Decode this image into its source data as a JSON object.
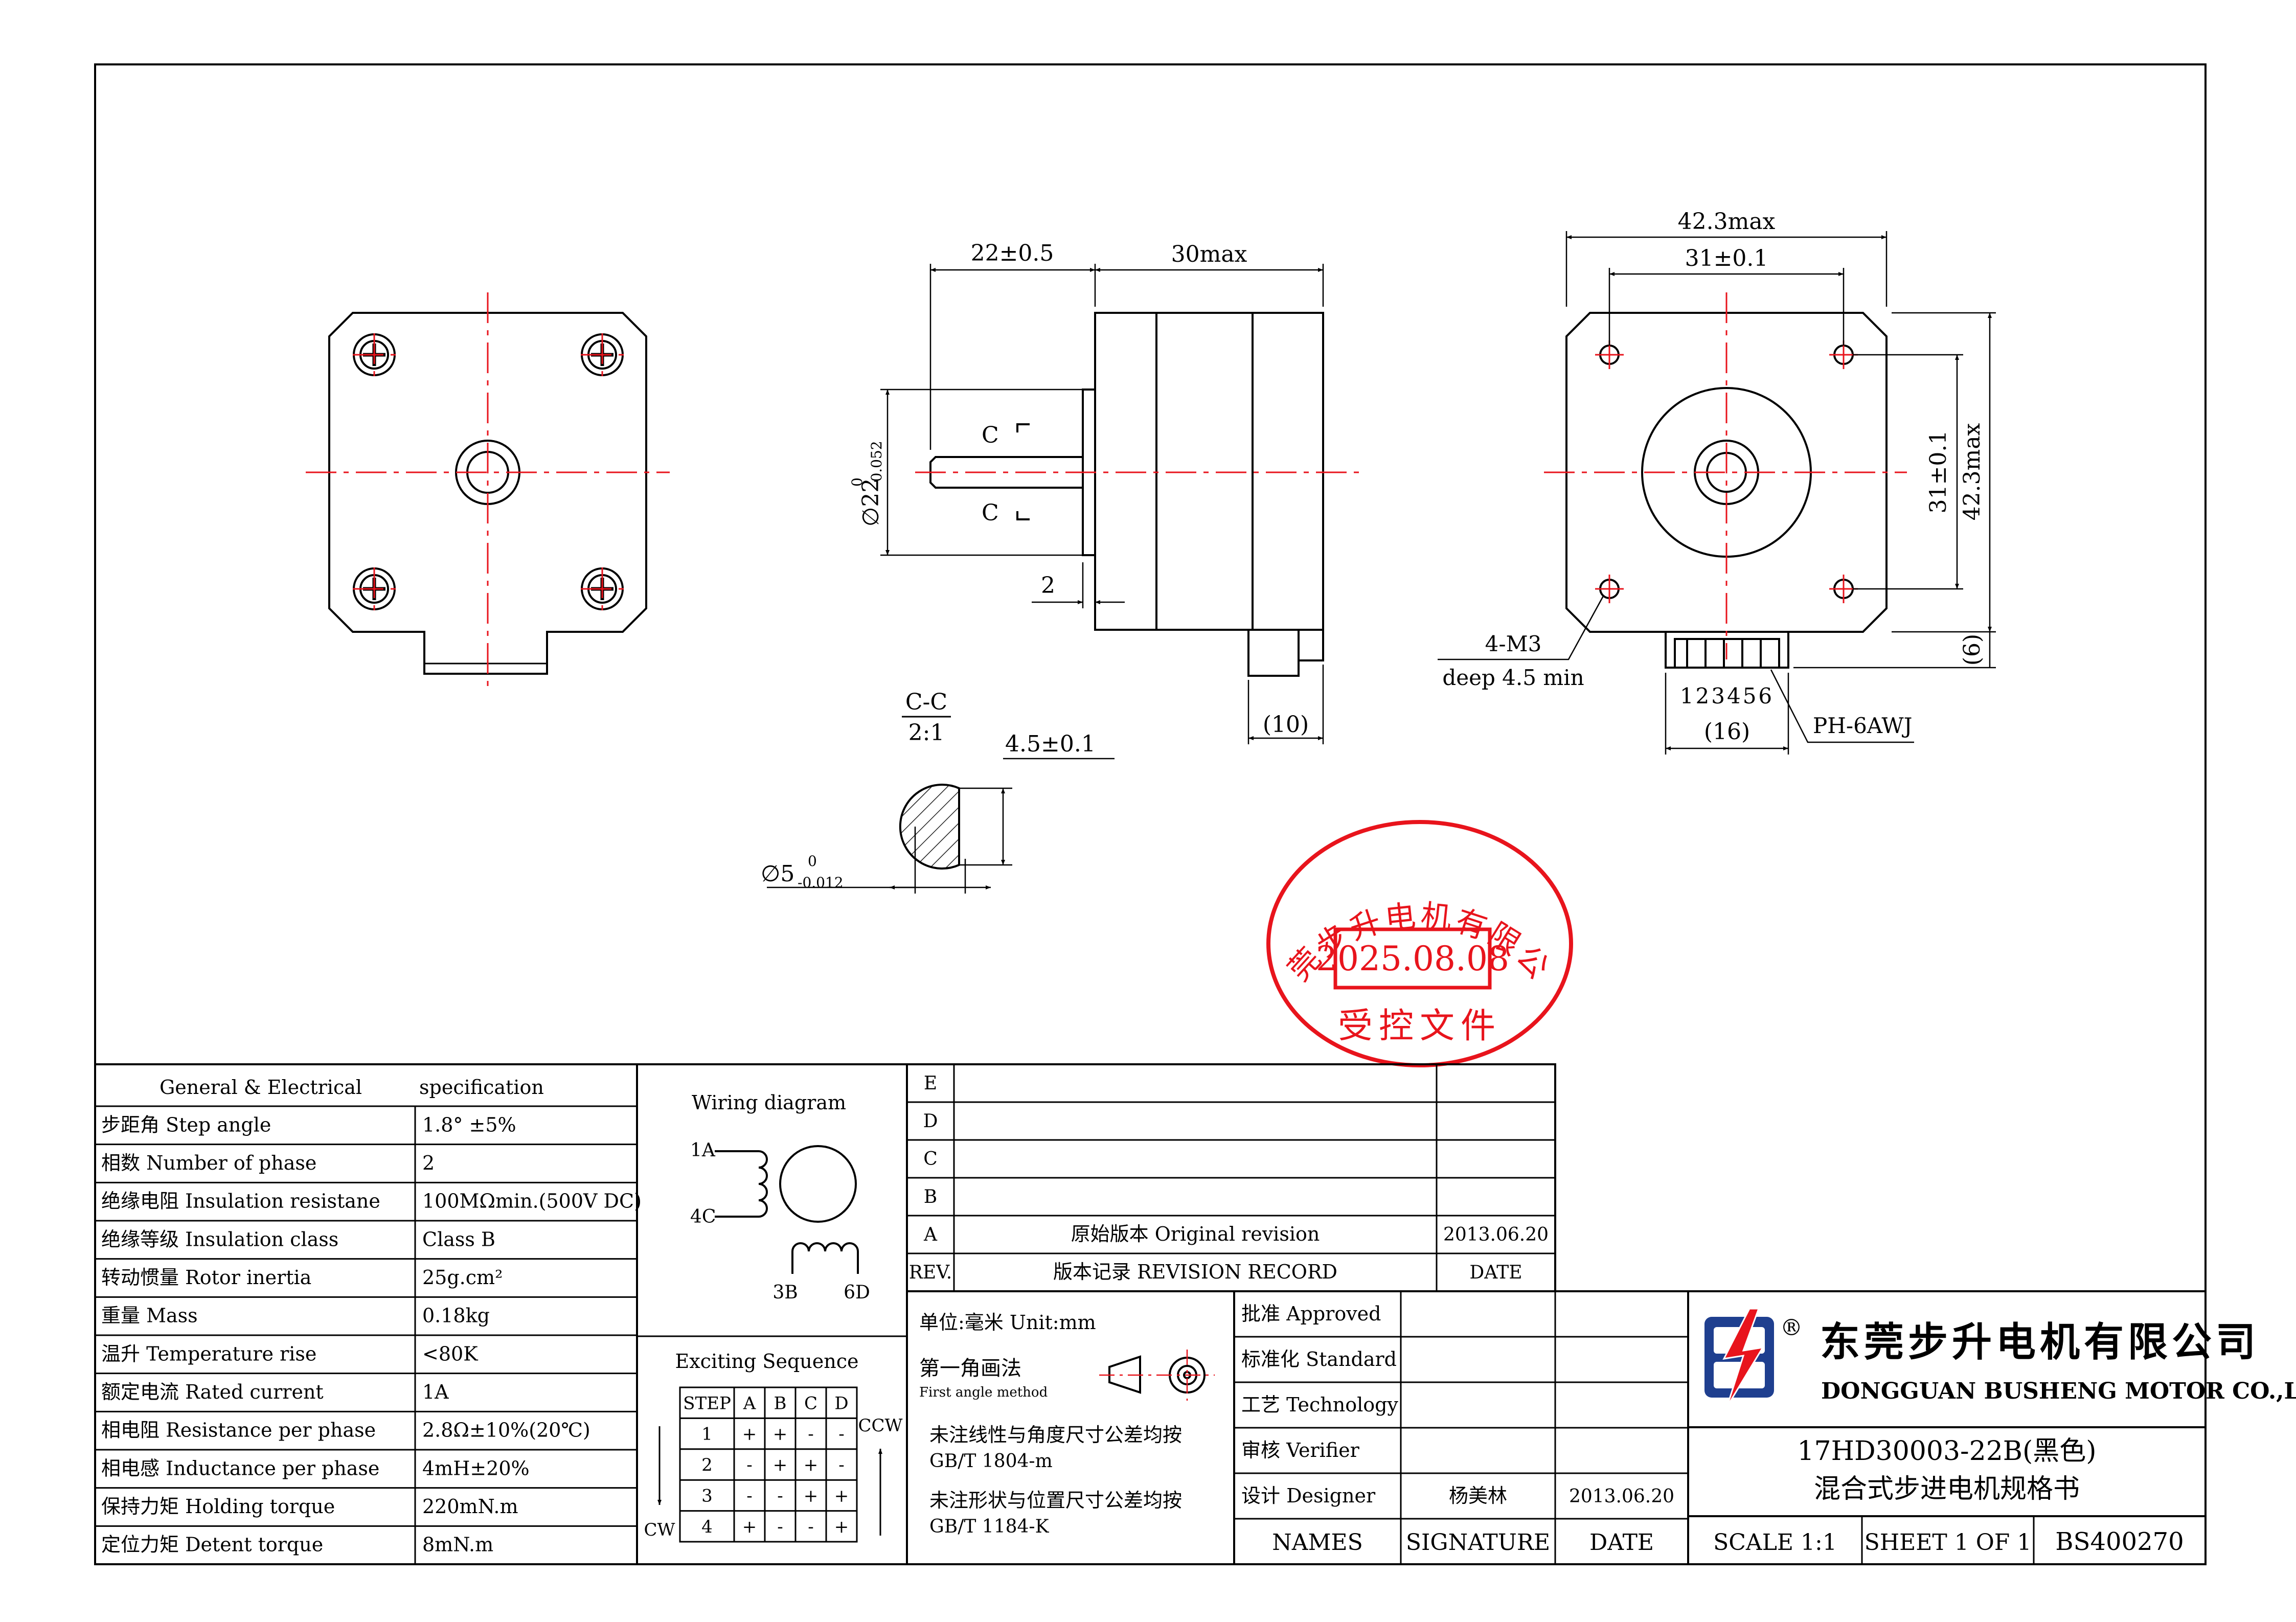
{
  "drawing": {
    "dims": {
      "shaft_len": "22±0.5",
      "body_len": "30max",
      "flange_dia_main": "∅22",
      "flange_dia_sup": "0",
      "flange_dia_sub": "-0.052",
      "section_c_top": "C",
      "section_c_bottom": "C",
      "step_2": "2",
      "conn_len": "(10)",
      "outer_w": "42.3max",
      "hole_pitch_w": "31±0.1",
      "hole_pitch_h": "31±0.1",
      "outer_h": "42.3max",
      "conn_h": "(6)",
      "holes_note_1": "4-M3",
      "holes_note_2": "deep 4.5 min",
      "pin_numbers": "123456",
      "pin_pitch": "(16)",
      "connector": "PH-6AWJ",
      "section_title": "C-C",
      "section_scale": "2:1",
      "flat_dim": "4.5±0.1",
      "shaft_dia_main": "∅5",
      "shaft_dia_sup": "0",
      "shaft_dia_sub": "-0.012"
    },
    "stamp": {
      "company": "东莞步升电机有限公司",
      "date": "2025.08.08",
      "label": "受控文件",
      "color": "#e8141c"
    }
  },
  "spec": {
    "header_left": "General & Electrical",
    "header_right": "specification",
    "rows": [
      {
        "label": "步距角 Step angle",
        "value": "1.8° ±5%"
      },
      {
        "label": "相数 Number of phase",
        "value": "2"
      },
      {
        "label": "绝缘电阻 Insulation resistane",
        "value": "100MΩmin.(500V DC)"
      },
      {
        "label": "绝缘等级 Insulation class",
        "value": "Class B"
      },
      {
        "label": "转动惯量 Rotor inertia",
        "value": "25g.cm²"
      },
      {
        "label": "重量 Mass",
        "value": "0.18kg"
      },
      {
        "label": "温升 Temperature rise",
        "value": "<80K"
      },
      {
        "label": "额定电流 Rated current",
        "value": "1A"
      },
      {
        "label": "相电阻 Resistance per phase",
        "value": "2.8Ω±10%(20℃)"
      },
      {
        "label": "相电感 Inductance per phase",
        "value": "4mH±20%"
      },
      {
        "label": "保持力矩 Holding torque",
        "value": "220mN.m"
      },
      {
        "label": "定位力矩 Detent torque",
        "value": "8mN.m"
      }
    ]
  },
  "wiring": {
    "title": "Wiring diagram",
    "w1a": "1A",
    "w4c": "4C",
    "w3b": "3B",
    "w6d": "6D",
    "seq_title": "Exciting Sequence",
    "seq_headers": [
      "STEP",
      "A",
      "B",
      "C",
      "D"
    ],
    "seq_rows": [
      [
        "1",
        "+",
        "+",
        "-",
        "-"
      ],
      [
        "2",
        "-",
        "+",
        "+",
        "-"
      ],
      [
        "3",
        "-",
        "-",
        "+",
        "+"
      ],
      [
        "4",
        "+",
        "-",
        "-",
        "+"
      ]
    ],
    "ccw": "CCW",
    "cw": "CW"
  },
  "revision": {
    "rows": [
      {
        "rev": "E",
        "desc": "",
        "date": ""
      },
      {
        "rev": "D",
        "desc": "",
        "date": ""
      },
      {
        "rev": "C",
        "desc": "",
        "date": ""
      },
      {
        "rev": "B",
        "desc": "",
        "date": ""
      },
      {
        "rev": "A",
        "desc": "原始版本 Original revision",
        "date": "2013.06.20"
      }
    ],
    "footer_rev": "REV.",
    "footer_desc": "版本记录 REVISION RECORD",
    "footer_date": "DATE"
  },
  "notes": {
    "unit": "单位:毫米  Unit:mm",
    "angle_cn": "第一角画法",
    "angle_en": "First angle method",
    "tol1_cn": "未注线性与角度尺寸公差均按",
    "tol1_std": "GB/T 1804-m",
    "tol2_cn": "未注形状与位置尺寸公差均按",
    "tol2_std": "GB/T 1184-K"
  },
  "approval": {
    "rows": [
      {
        "label": "批准 Approved",
        "signature": "",
        "date": ""
      },
      {
        "label": "标准化 Standard",
        "signature": "",
        "date": ""
      },
      {
        "label": "工艺 Technology",
        "signature": "",
        "date": ""
      },
      {
        "label": "审核 Verifier",
        "signature": "",
        "date": ""
      },
      {
        "label": "设计 Designer",
        "signature": "杨美林",
        "date": "2013.06.20"
      }
    ],
    "col_names": "NAMES",
    "col_signature": "SIGNATURE",
    "col_date": "DATE"
  },
  "titleblock": {
    "company_cn": "东莞步升电机有限公司",
    "company_en": "DONGGUAN BUSHENG MOTOR CO.,LTD.",
    "registered": "®",
    "model": "17HD30003-22B(黑色)",
    "doc_title": "混合式步进电机规格书",
    "scale": "SCALE 1:1",
    "sheet": "SHEET 1 OF 1",
    "doc_no": "BS400270",
    "logo_colors": {
      "blue": "#1f3f8f",
      "red": "#e8141c"
    }
  }
}
